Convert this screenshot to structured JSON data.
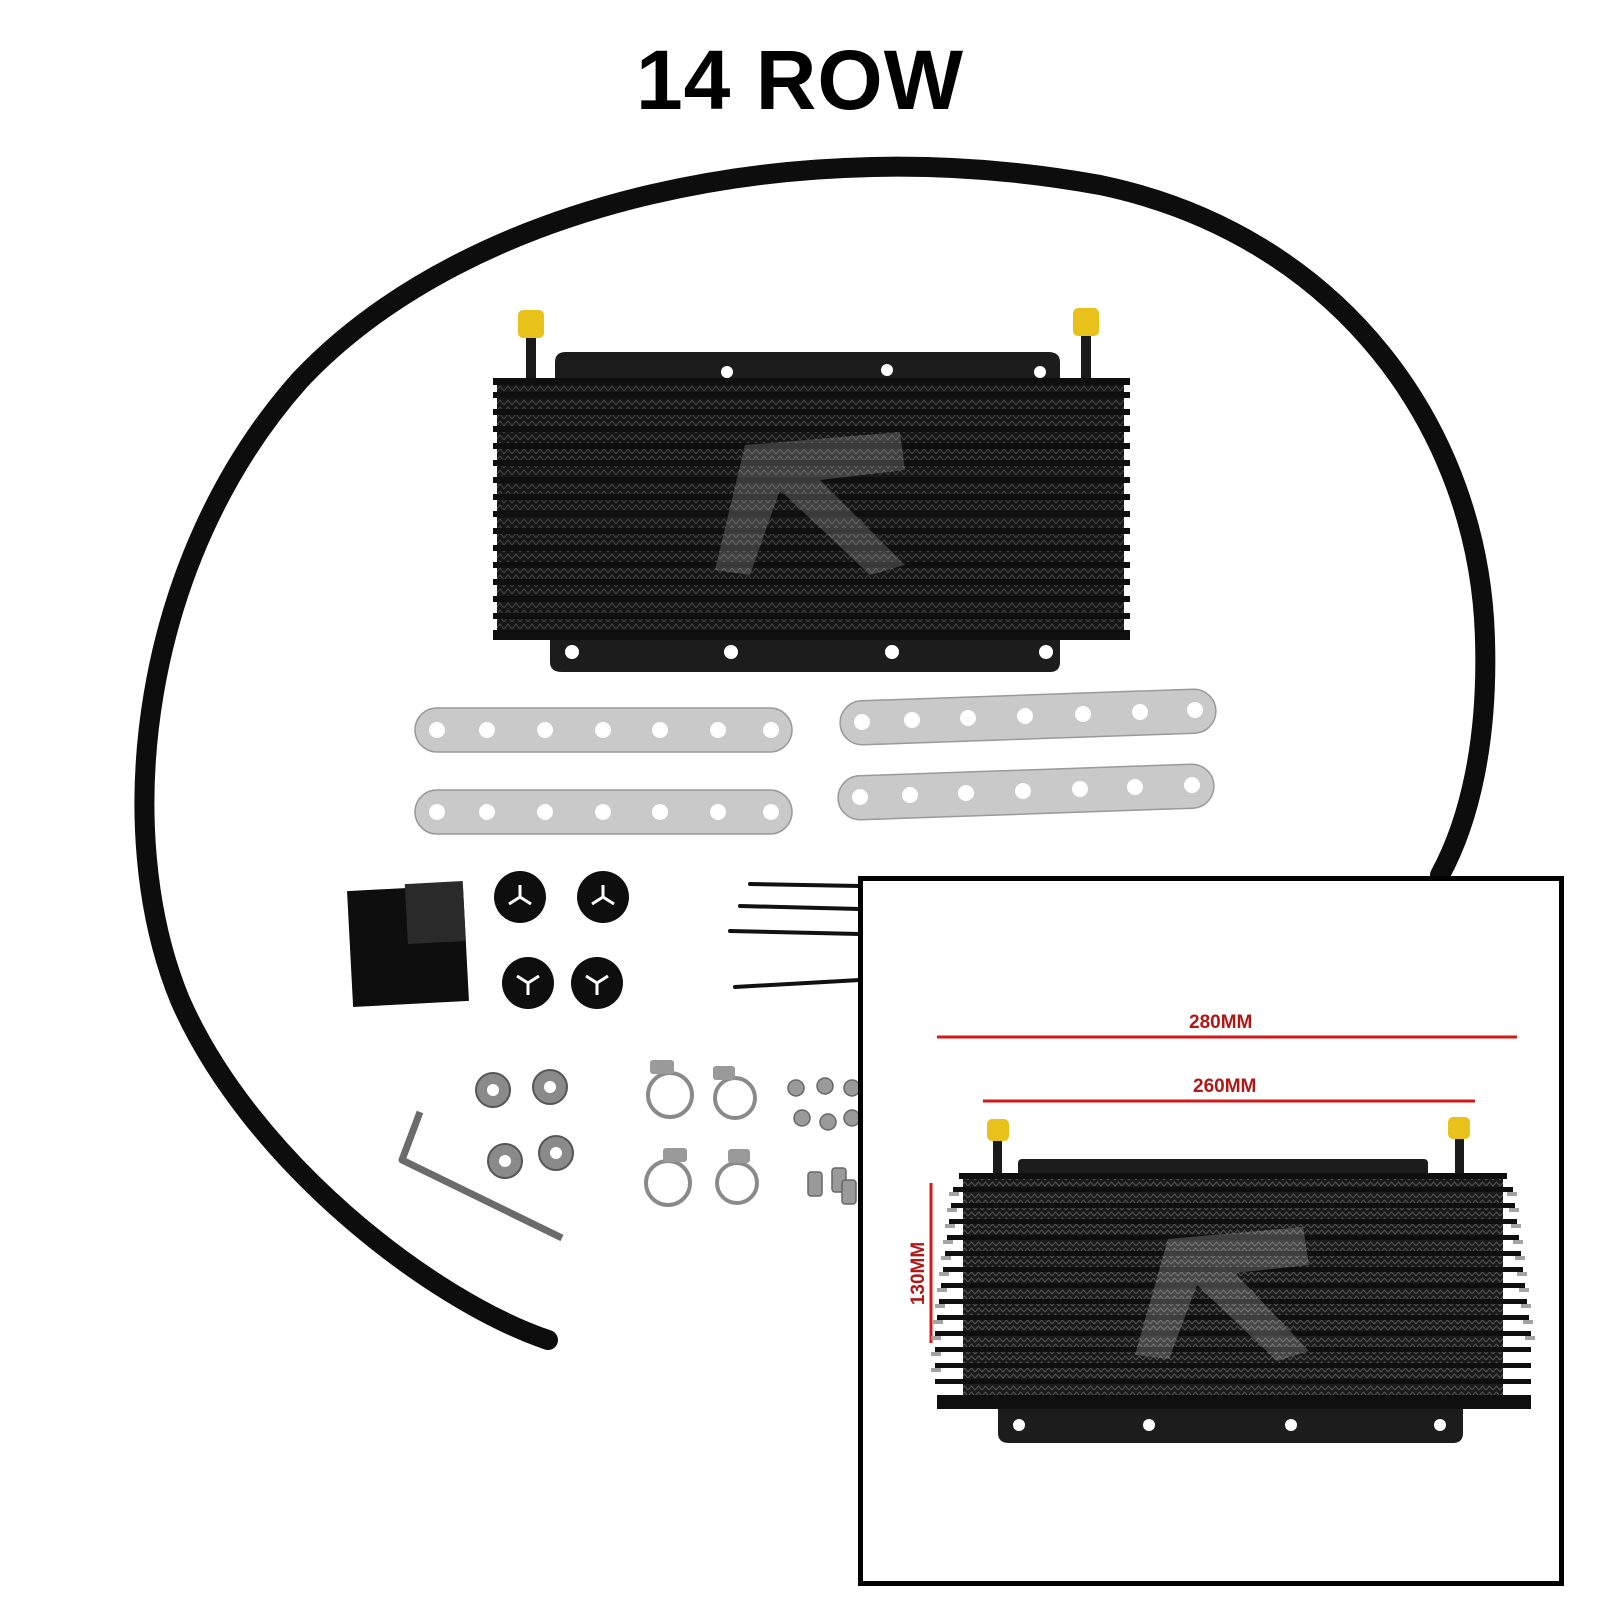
{
  "title": "14 ROW",
  "inset": {
    "dimensions": {
      "width_overall": "280MM",
      "width_core": "260MM",
      "height": "130MM"
    }
  },
  "colors": {
    "cooler_body": "#151515",
    "fitting_caps": "#e8c21a",
    "bracket": "#c9c9c9",
    "dimension_lines": "#d01a1a",
    "hose": "#0d0d0d"
  },
  "icons": {
    "cooler": "oil-cooler-icon",
    "hose": "rubber-hose-icon",
    "brackets": "mounting-bracket-icon",
    "hardware": "hose-clamp-icon"
  }
}
